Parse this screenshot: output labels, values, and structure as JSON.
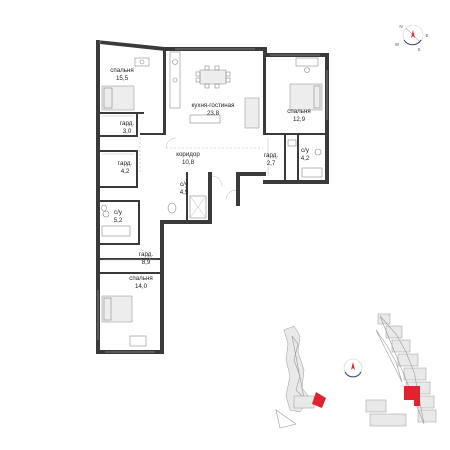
{
  "rooms": [
    {
      "id": "bedroom1",
      "name": "спальня",
      "area": "15,5"
    },
    {
      "id": "kitchen",
      "name": "кухня-гостиная",
      "area": "23,8"
    },
    {
      "id": "bedroom2",
      "name": "спальня",
      "area": "12,9"
    },
    {
      "id": "wardrobe1",
      "name": "гард.",
      "area": "3,0"
    },
    {
      "id": "corridor",
      "name": "коридор",
      "area": "10,8"
    },
    {
      "id": "wardrobe2",
      "name": "гард.",
      "area": "2,7"
    },
    {
      "id": "bath1",
      "name": "с/у",
      "area": "4,2"
    },
    {
      "id": "wardrobe3",
      "name": "гард.",
      "area": "4,2"
    },
    {
      "id": "bath2",
      "name": "с/у",
      "area": "4,5"
    },
    {
      "id": "bath3",
      "name": "с/у",
      "area": "5,2"
    },
    {
      "id": "wardrobe4",
      "name": "гард.",
      "area": "8,9"
    },
    {
      "id": "bedroom3",
      "name": "спальня",
      "area": "14,0"
    }
  ],
  "compass": {
    "north": "N",
    "south": "S",
    "east": "E",
    "west": "W"
  },
  "colors": {
    "wall": "#3a3a3a",
    "highlight": "#e0242f"
  }
}
